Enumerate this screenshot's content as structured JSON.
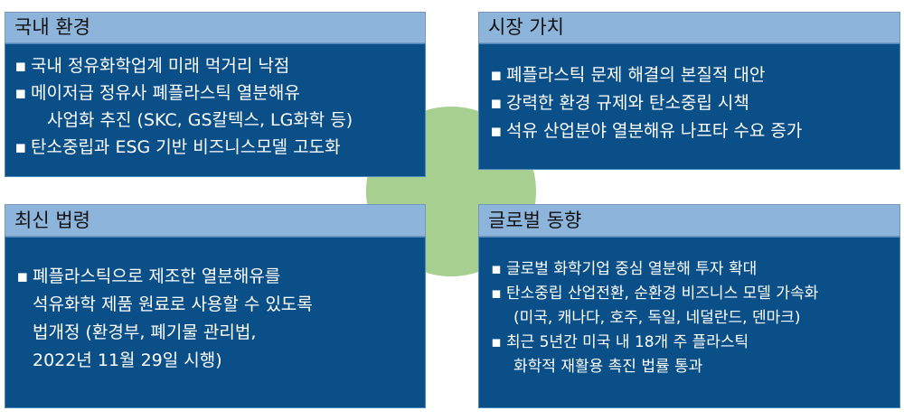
{
  "panels": {
    "domestic": {
      "title": "국내 환경",
      "bullet": "▪",
      "items": [
        {
          "line1": "국내 정유화학업계 미래 먹거리 낙점"
        },
        {
          "line1": "메이저급 정유사 폐플라스틱 열분해유",
          "line2": "사업화 추진 (SKC, GS칼텍스, LG화학 등)"
        },
        {
          "line1": "탄소중립과 ESG 기반 비즈니스모델 고도화"
        }
      ]
    },
    "market": {
      "title": "시장 가치",
      "bullet": "▪",
      "items": [
        {
          "line1": "폐플라스틱 문제 해결의 본질적 대안"
        },
        {
          "line1": "강력한 환경 규제와 탄소중립 시책"
        },
        {
          "line1": "석유 산업분야 열분해유 나프타 수요 증가"
        }
      ]
    },
    "law": {
      "title": "최신 법령",
      "bullet": "▪",
      "items": [
        {
          "line1": "폐플라스틱으로 제조한  열분해유를",
          "line2": "석유화학 제품 원료로 사용할 수 있도록",
          "line3": "법개정 (환경부, 폐기물 관리법,",
          "line4": "2022년 11월 29일 시행)"
        }
      ]
    },
    "global": {
      "title": "글로벌 동향",
      "bullet": "▪",
      "items": [
        {
          "line1": "글로벌 화학기업 중심 열분해 투자 확대"
        },
        {
          "line1": "탄소중립 산업전환, 순환경 비즈니스 모델 가속화",
          "line2": "(미국, 캐나다, 호주, 독일, 네덜란드, 덴마크)"
        },
        {
          "line1": "최근 5년간 미국 내 18개 주 플라스틱",
          "line2": "화학적 재활용 촉진 법률 통과"
        }
      ]
    }
  },
  "colors": {
    "header_fill": "#8db4da",
    "body_fill": "#0a4f87",
    "center_circle": "#a7cf8f"
  }
}
